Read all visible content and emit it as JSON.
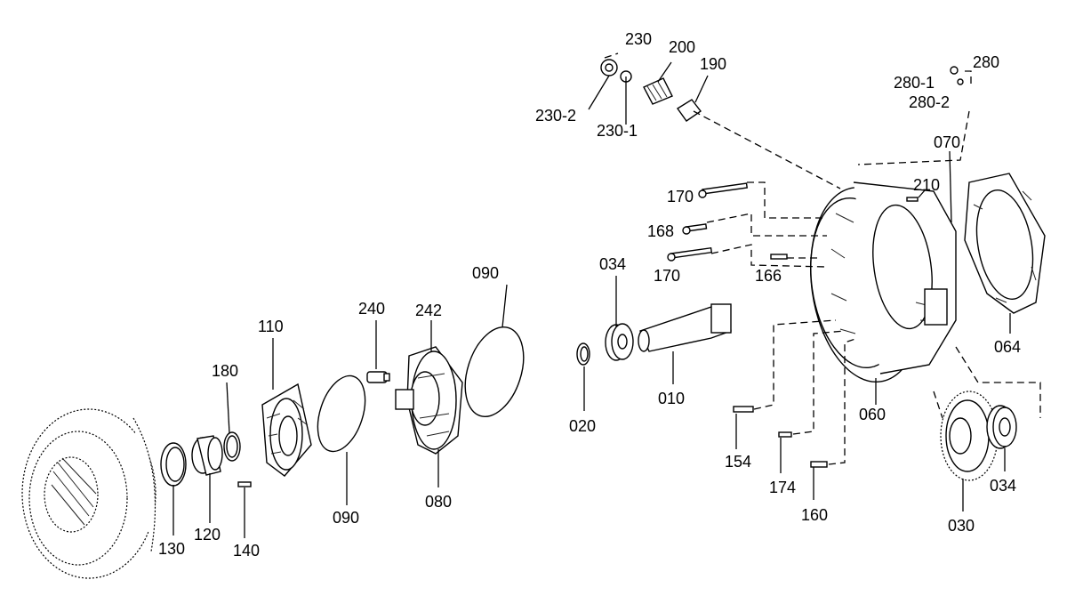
{
  "labels": {
    "l230": "230",
    "l200": "200",
    "l190": "190",
    "l230_2": "230-2",
    "l230_1": "230-1",
    "l280": "280",
    "l280_1": "280-1",
    "l280_2": "280-2",
    "l070": "070",
    "l210": "210",
    "l170a": "170",
    "l168": "168",
    "l170b": "170",
    "l166": "166",
    "l034a": "034",
    "l090a": "090",
    "l240": "240",
    "l242": "242",
    "l110": "110",
    "l180": "180",
    "l020": "020",
    "l010": "010",
    "l060": "060",
    "l064": "064",
    "l154": "154",
    "l174": "174",
    "l160": "160",
    "l030": "030",
    "l034b": "034",
    "l130": "130",
    "l120": "120",
    "l140": "140",
    "l090b": "090",
    "l080": "080"
  }
}
